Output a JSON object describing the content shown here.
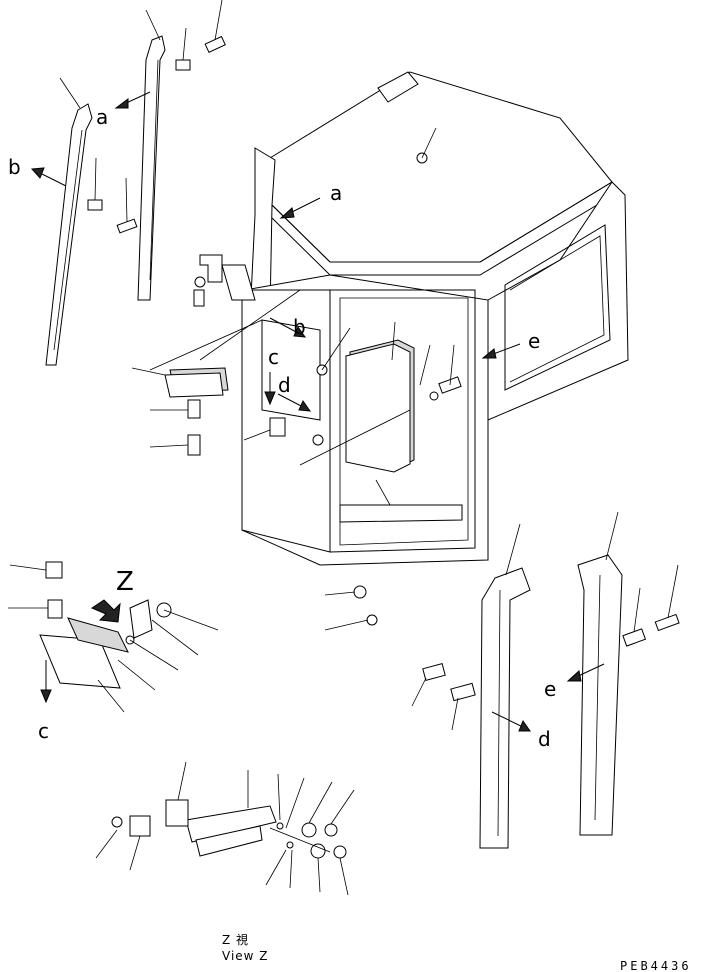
{
  "callouts": {
    "a1": "a",
    "a2": "a",
    "b1": "b",
    "b2": "b",
    "c1": "c",
    "c2": "c",
    "d1": "d",
    "d2": "d",
    "e1": "e",
    "e2": "e",
    "z": "Z"
  },
  "view_caption": {
    "japanese": "Z 視",
    "english": "View Z"
  },
  "drawing_code": "PEB4436"
}
